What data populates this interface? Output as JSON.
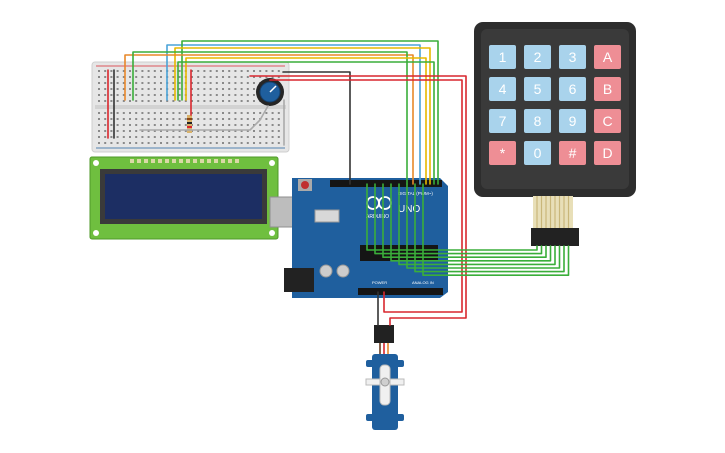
{
  "colors": {
    "board_blue": "#1f5f9e",
    "wire_red": "#d9272e",
    "wire_black": "#333333",
    "wire_green": "#3aae3a",
    "wire_yellow": "#e6b800",
    "wire_orange": "#e8882a",
    "wire_blue": "#4aa3d8",
    "key_blue": "#a9d3ec",
    "key_red": "#ee8e95",
    "lcd_green": "#6fbf3f",
    "lcd_screen": "#1c2e63"
  },
  "arduino": {
    "logo_text": "ARDUINO",
    "model_label": "UNO",
    "digital_label": "DIGITAL (PWM~)",
    "power_label": "POWER",
    "analog_label": "ANALOG IN"
  },
  "keypad": {
    "keys": [
      {
        "label": "1",
        "type": "num"
      },
      {
        "label": "2",
        "type": "num"
      },
      {
        "label": "3",
        "type": "num"
      },
      {
        "label": "A",
        "type": "letter"
      },
      {
        "label": "4",
        "type": "num"
      },
      {
        "label": "5",
        "type": "num"
      },
      {
        "label": "6",
        "type": "num"
      },
      {
        "label": "B",
        "type": "letter"
      },
      {
        "label": "7",
        "type": "num"
      },
      {
        "label": "8",
        "type": "num"
      },
      {
        "label": "9",
        "type": "num"
      },
      {
        "label": "C",
        "type": "letter"
      },
      {
        "label": "*",
        "type": "letter"
      },
      {
        "label": "0",
        "type": "num"
      },
      {
        "label": "#",
        "type": "letter"
      },
      {
        "label": "D",
        "type": "letter"
      }
    ]
  }
}
